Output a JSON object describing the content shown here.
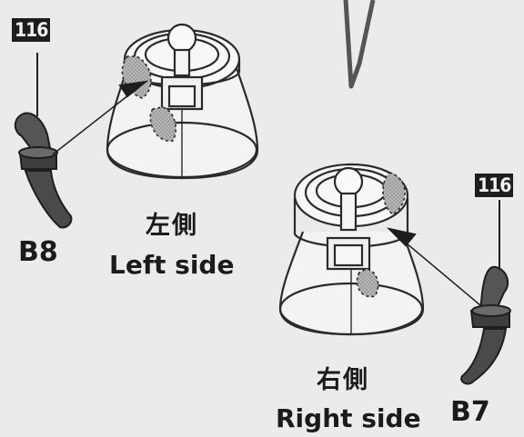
{
  "left_assembly": {
    "part_number": "116",
    "part_code": "B8",
    "side_jp": "左側",
    "side_en": "Left side"
  },
  "right_assembly": {
    "part_number": "116",
    "part_code": "B7",
    "side_jp": "右側",
    "side_en": "Right side"
  },
  "colors": {
    "background": "#ecebe9",
    "line": "#2a2a2a",
    "part_fill": "#4a4a4a",
    "shaded_fill": "#9a9a9a"
  }
}
